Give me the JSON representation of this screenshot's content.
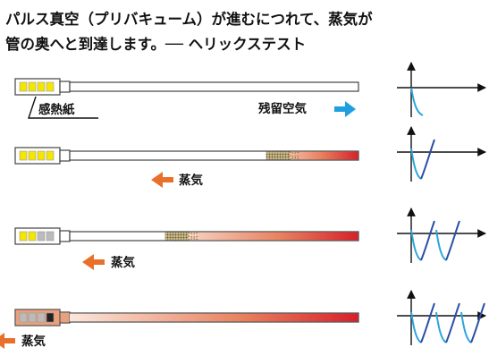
{
  "title": {
    "line1": "パルス真空（プリバキューム）が進むにつれて、蒸気が",
    "line2": "管の奥へと到達します。── ヘリックステスト"
  },
  "labels": {
    "paper": "感熱紙",
    "residual_air": "残留空気",
    "steam": "蒸気"
  },
  "colors": {
    "tube_outline": "#444444",
    "steam_red": "#d8202a",
    "steam_orange": "#e8702a",
    "air_blue": "#1e9fe0",
    "curve_light": "#2aa6dc",
    "curve_dark": "#2b4fa6",
    "indicator_yellow": "#f4e600",
    "indicator_dark": "#222222",
    "indicator_gray": "#bbbbbb",
    "powder": "#8a7a3a"
  },
  "rows": [
    {
      "steam_progress": 0.0,
      "powder": false,
      "arrow": "air-right",
      "pulses": 0
    },
    {
      "steam_progress": 0.32,
      "powder": true,
      "arrow": "steam-left",
      "pulses": 1
    },
    {
      "steam_progress": 0.67,
      "powder": true,
      "arrow": "steam-left",
      "pulses": 2
    },
    {
      "steam_progress": 1.0,
      "powder": false,
      "arrow": "steam-left",
      "pulses": 3
    }
  ],
  "indicator_states": [
    [
      "yellow",
      "yellow",
      "yellow",
      "yellow"
    ],
    [
      "yellow",
      "yellow",
      "yellow",
      "yellow"
    ],
    [
      "yellow",
      "yellow",
      "gray",
      "gray"
    ],
    [
      "gray",
      "gray",
      "gray",
      "dark"
    ]
  ]
}
